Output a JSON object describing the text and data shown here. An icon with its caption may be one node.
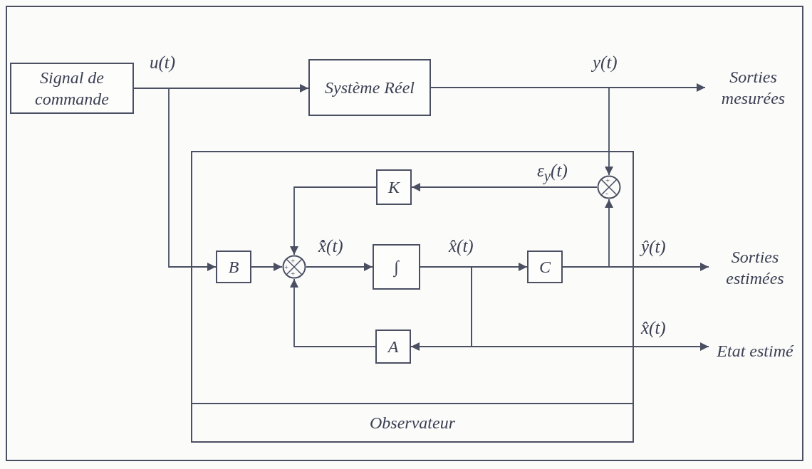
{
  "diagram": {
    "nodes": [
      {
        "text": [
          "Signal de commande"
        ]
      },
      {
        "text": [
          "Système Réel"
        ]
      },
      {
        "text": [
          "Sorties mesurées"
        ]
      },
      {
        "text": [
          "Observateur"
        ]
      },
      {
        "text": [
          "+",
          "-"
        ],
        "in": 3
      },
      {
        "text": [
          "K"
        ],
        "in": 3
      },
      {
        "text": [
          "B"
        ],
        "in": 3
      },
      {
        "text": [
          "+",
          "+",
          "+"
        ],
        "in": 3
      },
      {
        "text": [
          "∫"
        ],
        "in": 3
      },
      {
        "text": [
          "C"
        ],
        "in": 3
      },
      {
        "text": [
          "A"
        ],
        "in": 3
      },
      {
        "text": [
          "Sorties estimées"
        ]
      },
      {
        "text": [
          "Etat estimé"
        ]
      }
    ],
    "edges": [
      {
        "from": 0,
        "to": 1,
        "arrow": "to",
        "label": "u(t)"
      },
      {
        "from": 0,
        "to": 6,
        "arrow": "to"
      },
      {
        "from": 1,
        "to": 2,
        "arrow": "to",
        "label": "y(t)"
      },
      {
        "from": 1,
        "to": 4,
        "arrow": "to"
      },
      {
        "from": 4,
        "to": 5,
        "arrow": "to",
        "label": "ε$_{y}$(t)"
      },
      {
        "from": 5,
        "to": 7,
        "arrow": "to"
      },
      {
        "from": 6,
        "to": 7,
        "arrow": "to"
      },
      {
        "from": 7,
        "to": 8,
        "arrow": "to",
        "label": "x̂̇(t)"
      },
      {
        "from": 8,
        "to": 9,
        "arrow": "to",
        "label": "x̂(t)"
      },
      {
        "from": 8,
        "to": 10,
        "arrow": "to"
      },
      {
        "from": 8,
        "to": 12,
        "arrow": "to",
        "label": "x̂(t)"
      },
      {
        "from": 9,
        "to": 11,
        "arrow": "to",
        "label": "ŷ(t)"
      },
      {
        "from": 9,
        "to": 4,
        "arrow": "to"
      },
      {
        "from": 10,
        "to": 7,
        "arrow": "to"
      }
    ]
  }
}
